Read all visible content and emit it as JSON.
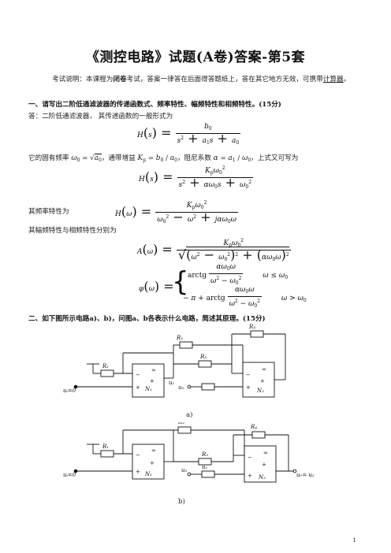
{
  "title": "《测控电路》试题(A卷)答案-第5套",
  "exam_note": {
    "prefix": "考试说明：本课程为",
    "closed_book": "闭卷",
    "middle": "考试，答案一律答在后面得答题纸上，答在其它地方无效，可携带",
    "calc": "计算器",
    "suffix": "。"
  },
  "q1": {
    "heading": "一、请写出二阶低通滤波器的传递函数式、频率特性、幅频特性和相频特性。(15分)",
    "answer_intro": "答：二阶低通滤波器，  其传递函数的一般形式为",
    "line2a": "它的固有频率",
    "line2b": "，通带增益",
    "line2c": "，阻尼系数",
    "line2d": "，上式又可写为",
    "freq_char": "其频率特性为",
    "amp_phase": "其幅频特性与相频特性分别为",
    "arctg": "arctg"
  },
  "q2": {
    "heading": "二、如下图所示电路a)、b)，问图a、b各表示什么电路，简述其原理。(15分)",
    "label_a": "a)",
    "label_b": "b)"
  },
  "circuit": {
    "R1": "R₁",
    "R2": "R₂",
    "R3": "R₃",
    "R4": "R₄",
    "N1": "N₁",
    "N2": "N₂",
    "inf": "∞",
    "minus": "−",
    "plus": "+",
    "ui_zero": "uᵢ=0",
    "u1": "u₁",
    "u2": "u₂",
    "uo_eq": "u₀= u₂"
  },
  "page_number": "1"
}
